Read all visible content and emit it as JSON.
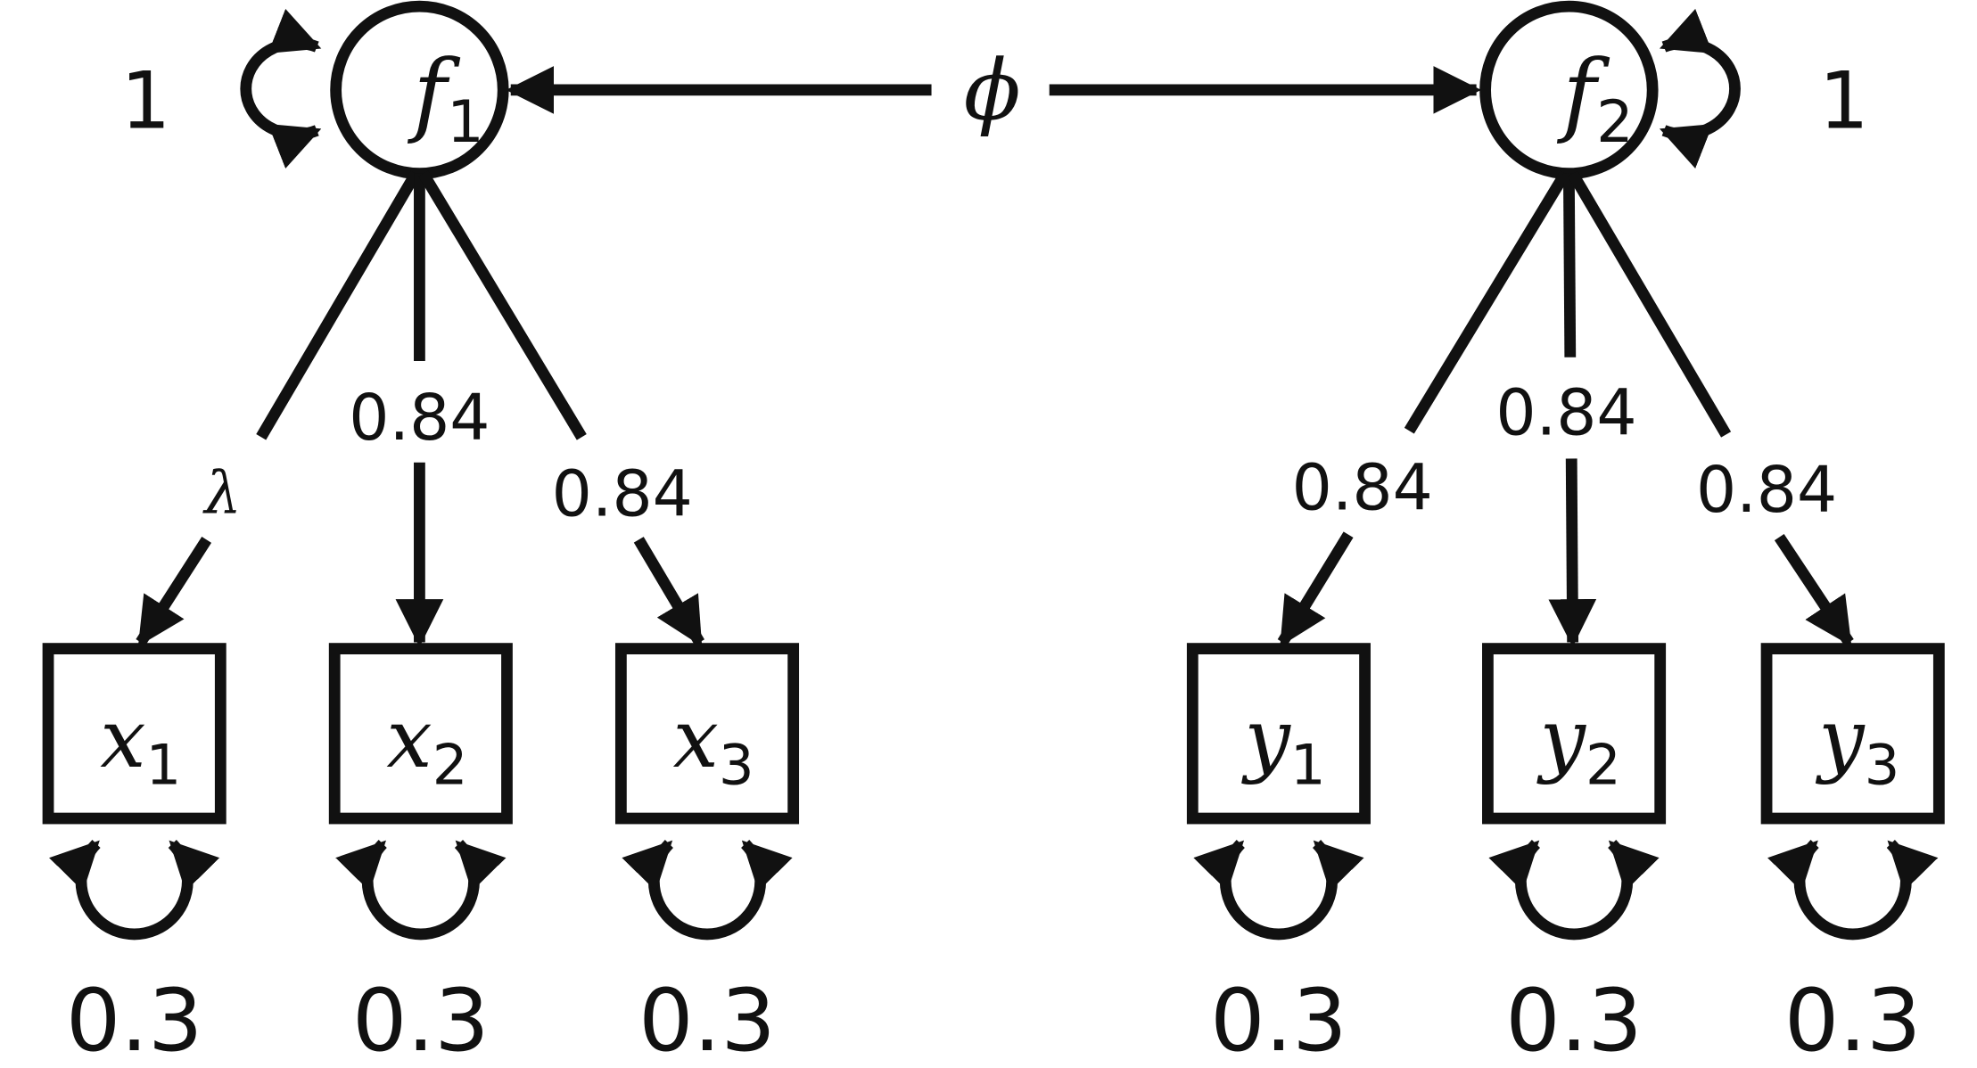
{
  "latent_factors": [
    {
      "id": "f1",
      "symbol": "f",
      "subscript": "1",
      "variance": "1"
    },
    {
      "id": "f2",
      "symbol": "f",
      "subscript": "2",
      "variance": "1"
    }
  ],
  "covariance": {
    "label": "ϕ",
    "between": [
      "f1",
      "f2"
    ]
  },
  "indicators": [
    {
      "id": "x1",
      "symbol": "x",
      "subscript": "1",
      "factor": "f1",
      "loading": "λ",
      "residual": "0.3"
    },
    {
      "id": "x2",
      "symbol": "x",
      "subscript": "2",
      "factor": "f1",
      "loading": "0.84",
      "residual": "0.3"
    },
    {
      "id": "x3",
      "symbol": "x",
      "subscript": "3",
      "factor": "f1",
      "loading": "0.84",
      "residual": "0.3"
    },
    {
      "id": "y1",
      "symbol": "y",
      "subscript": "1",
      "factor": "f2",
      "loading": "0.84",
      "residual": "0.3"
    },
    {
      "id": "y2",
      "symbol": "y",
      "subscript": "2",
      "factor": "f2",
      "loading": "0.84",
      "residual": "0.3"
    },
    {
      "id": "y3",
      "symbol": "y",
      "subscript": "3",
      "factor": "f2",
      "loading": "0.84",
      "residual": "0.3"
    }
  ]
}
